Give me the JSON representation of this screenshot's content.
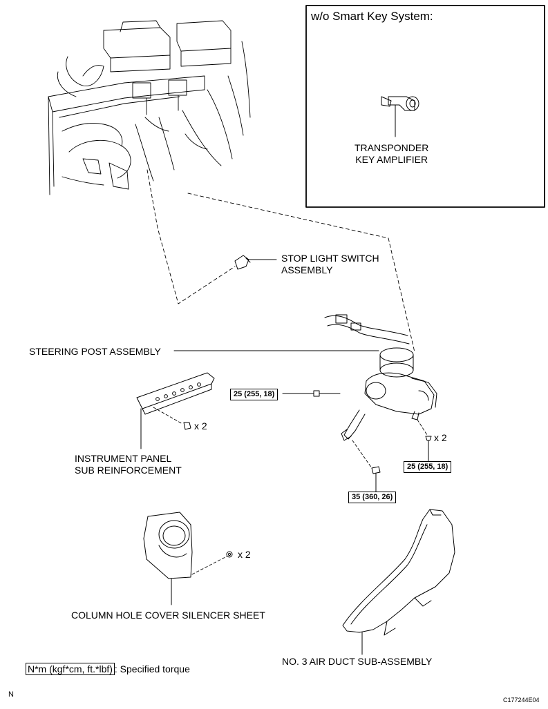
{
  "inset": {
    "title": "w/o Smart Key System:",
    "part_label_lines": [
      "TRANSPONDER",
      "KEY AMPLIFIER"
    ]
  },
  "labels": {
    "stop_light_switch": [
      "STOP LIGHT SWITCH",
      "ASSEMBLY"
    ],
    "steering_post": [
      "STEERING POST ASSEMBLY"
    ],
    "instrument_panel_reinforcement": [
      "INSTRUMENT PANEL",
      "SUB REINFORCEMENT"
    ],
    "column_hole_cover": [
      "COLUMN HOLE COVER SILENCER SHEET"
    ],
    "air_duct": [
      "NO. 3 AIR DUCT SUB-ASSEMBLY"
    ]
  },
  "torques": {
    "steering_post_bolt": "25 (255, 18)",
    "steering_post_nut": "25 (255, 18)",
    "shaft_bolt": "35 (360, 26)"
  },
  "quantities": {
    "reinforcement_bolts": "x 2",
    "steering_nuts": "x 2",
    "cover_clips": "x 2"
  },
  "legend": {
    "unit_box": "N*m (kgf*cm, ft.*lbf)",
    "description": ": Specified torque"
  },
  "footer": {
    "left_mark": "N",
    "figure_code": "C177244E04"
  }
}
